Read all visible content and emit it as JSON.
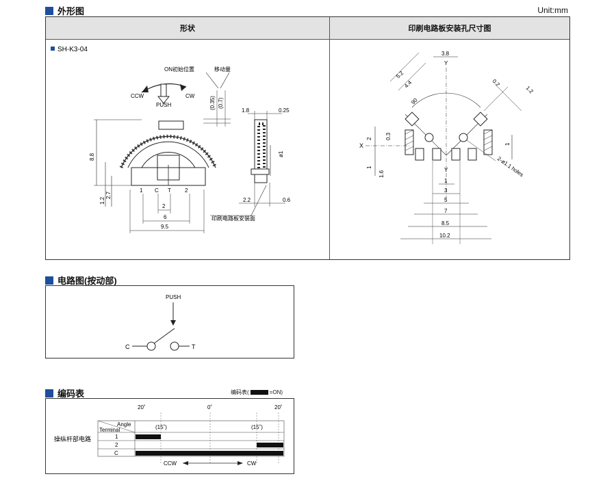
{
  "header": {
    "section1_title": "外形图",
    "unit": "Unit:mm",
    "col_left": "形状",
    "col_right": "印刷电路板安装孔尺寸图"
  },
  "shape": {
    "model": "SH-K3-04",
    "on_position": "ON初始位置",
    "travel": "移动量",
    "ccw": "CCW",
    "cw": "CW",
    "push": "PUSH",
    "dim_035": "(0.35)",
    "dim_07": "(0.7)",
    "dim_88": "8.8",
    "dim_12": "1.2",
    "dim_27": "2.7",
    "term_1": "1",
    "term_c": "C",
    "term_t": "T",
    "term_2": "2",
    "dim_2": "2",
    "dim_6": "6",
    "dim_95": "9.5",
    "dim_18": "1.8",
    "dim_025": "0.25",
    "dim_phi1": "ø1",
    "dim_22": "2.2",
    "dim_06": "0.6",
    "pcb_surface": "印刷电路板安装面"
  },
  "pcb": {
    "dim_38": "3.8",
    "y_top": "Y",
    "dim_52": "5.2",
    "dim_44": "4.4",
    "dim_90": "90",
    "dim_02": "0.2",
    "dim_12": "1.2",
    "x_label": "X",
    "dim_2": "2",
    "dim_03": "0.3",
    "dim_1_left": "1",
    "dim_16": "1.6",
    "dim_1_right": "1",
    "y_bottom": "Y",
    "holes": "2-ø1.1 holes",
    "dim_1": "1",
    "dim_3": "3",
    "dim_5": "5",
    "dim_7": "7",
    "dim_85": "8.5",
    "dim_102": "10.2"
  },
  "circuit": {
    "title": "电路图(按动部)",
    "push": "PUSH",
    "c": "C",
    "t": "T"
  },
  "encoding": {
    "title": "编码表",
    "legend_prefix": "编码表(",
    "legend_suffix": "=ON)",
    "row_label": "操纵杆部电路",
    "angle": "Angle",
    "terminal": "Terminal",
    "deg_left": "20˚",
    "deg_mid": "0˚",
    "deg_right": "20˚",
    "p15_left": "(15˚)",
    "p15_right": "(15˚)",
    "rows": [
      "1",
      "2",
      "C"
    ],
    "ccw": "CCW",
    "cw": "CW"
  }
}
